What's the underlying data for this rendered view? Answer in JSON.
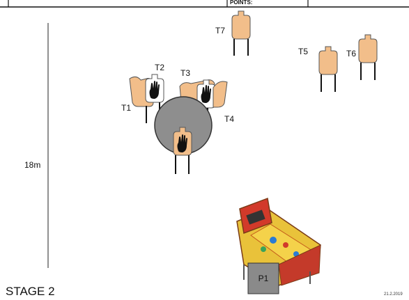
{
  "header": {
    "fragment_text": "POINTS:"
  },
  "distance": {
    "label": "18m"
  },
  "targets": {
    "t1": "T1",
    "t2": "T2",
    "t3": "T3",
    "t4": "T4",
    "t5": "T5",
    "t6": "T6",
    "t7": "T7"
  },
  "position": {
    "label": "P1"
  },
  "stage": {
    "title": "STAGE 2"
  },
  "footer": {
    "date": "21.2.2019"
  },
  "colors": {
    "target_skin": "#f2be8a",
    "no_shoot": "#ffffff",
    "cover_disc": "#8e8e8e",
    "position_box": "#8a8a8a"
  }
}
